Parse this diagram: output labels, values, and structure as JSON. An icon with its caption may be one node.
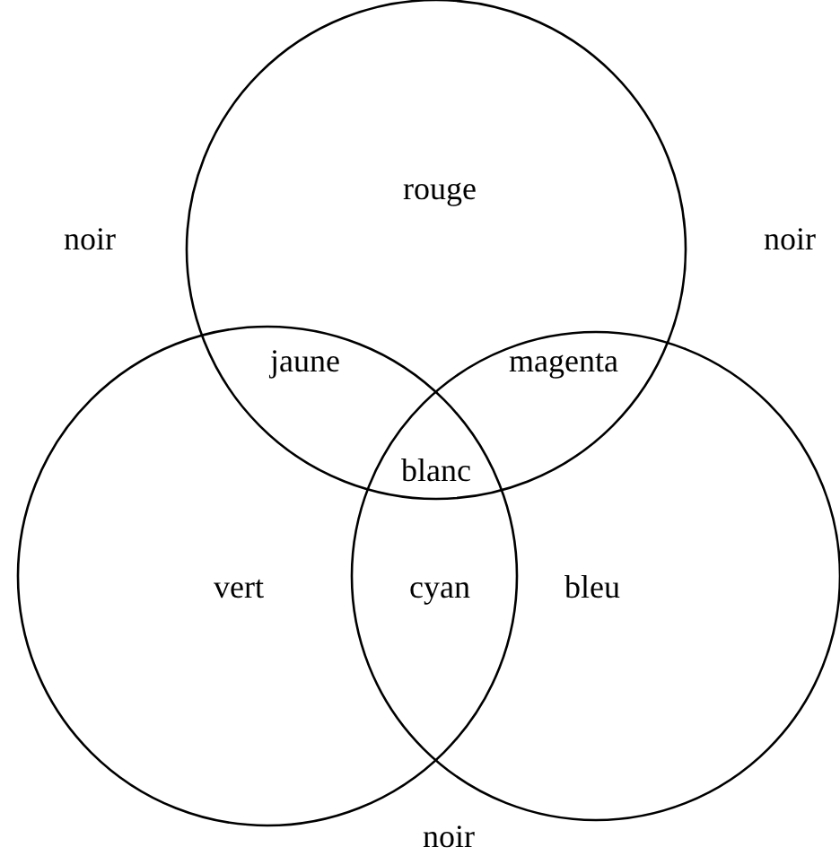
{
  "diagram": {
    "nodes": [
      {
        "text": [
          "rouge"
        ]
      },
      {
        "text": [
          "vert"
        ]
      },
      {
        "text": [
          "bleu"
        ]
      }
    ],
    "edges": [],
    "labels": [
      "noir",
      "noir",
      "jaune",
      "magenta",
      "blanc",
      "cyan",
      "noir"
    ]
  }
}
